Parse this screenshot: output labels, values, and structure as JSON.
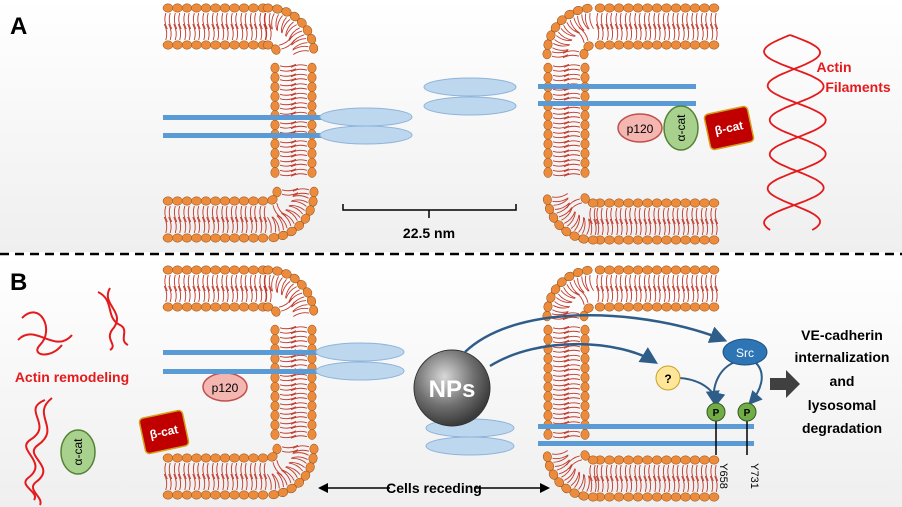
{
  "panels": {
    "a": {
      "label": "A"
    },
    "b": {
      "label": "B"
    }
  },
  "panel_a": {
    "distance_label": "22.5 nm",
    "actin_label_line1": "Actin",
    "actin_label_line2": "Filaments",
    "p120": "p120",
    "alpha_cat": "α-cat",
    "beta_cat": "β-cat"
  },
  "panel_b": {
    "actin_remodeling": "Actin remodeling",
    "p120": "p120",
    "beta_cat": "β-cat",
    "alpha_cat": "α-cat",
    "nps": "NPs",
    "question": "?",
    "src": "Src",
    "p_left": "P",
    "p_right": "P",
    "y658": "Y658",
    "y731": "Y731",
    "cells_receding": "Cells receding",
    "outcome_line1": "VE-cadherin",
    "outcome_line2": "internalization",
    "outcome_line3": "and",
    "outcome_line4": "lysosomal",
    "outcome_line5": "degradation"
  },
  "colors": {
    "lipid_head": "#ED8B3C",
    "lipid_tail": "#C0392B",
    "cadherin": "#5B9BD5",
    "cadherin_domain": "#BDD7EE",
    "actin": "#E41A1C",
    "alpha_cat": "#A9D18E",
    "p120": "#F4B6B0",
    "beta_cat": "#C00000",
    "src": "#2E75B6",
    "question": "#FFE699",
    "phospho": "#70AD47",
    "nps": "#606060",
    "arrow": "#2F5D8A",
    "divider": "#000000"
  }
}
